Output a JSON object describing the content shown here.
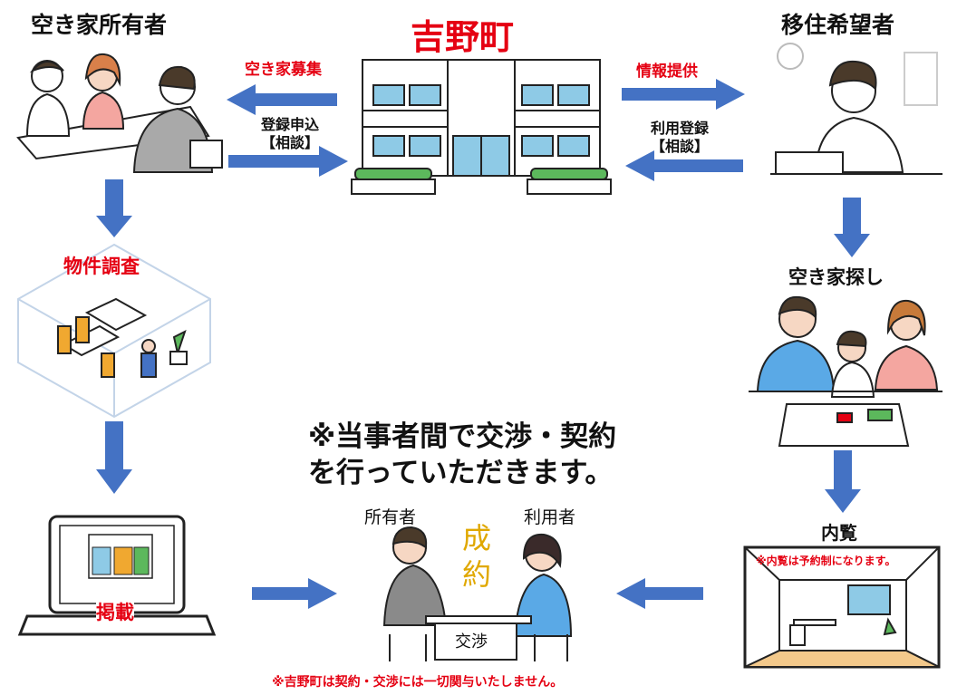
{
  "labels": {
    "owner_title": "空き家所有者",
    "town_title": "吉野町",
    "migrant_title": "移住希望者",
    "akiya_boshu": "空き家募集",
    "touroku_line1": "登録申込",
    "touroku_line2": "【相談】",
    "johoteikyo": "情報提供",
    "riyou_line1": "利用登録",
    "riyou_line2": "【相談】",
    "bukken_chousa": "物件調査",
    "akiya_sagashi": "空き家探し",
    "keisai": "掲載",
    "naiken": "内覧",
    "naiken_note": "※内覧は予約制になります。",
    "note_line1": "※当事者間で交渉・契約",
    "note_line2": "を行っていただきます。",
    "shoyuusha": "所有者",
    "riyousha": "利用者",
    "seiyaku_1": "成",
    "seiyaku_2": "約",
    "koushou": "交渉",
    "disclaimer": "※吉野町は契約・交渉には一切関与いたしません。"
  },
  "colors": {
    "arrow_blue": "#4472c4",
    "red": "#e50012",
    "gold": "#e0a800",
    "green": "#5cb85c",
    "window_blue": "#8ecae6"
  }
}
